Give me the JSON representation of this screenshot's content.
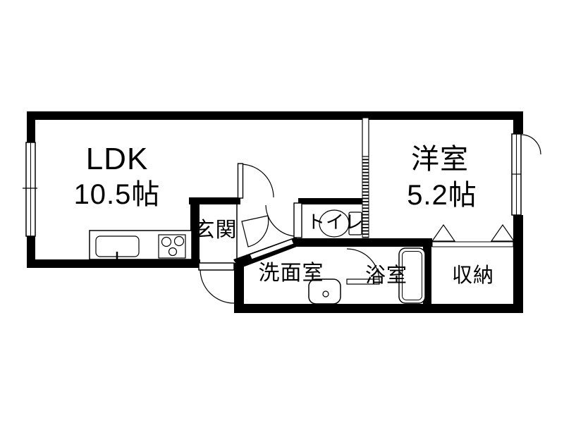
{
  "floorplan": {
    "type": "apartment-floor-plan",
    "background_color": "#ffffff",
    "line_color": "#000000",
    "rooms": [
      {
        "id": "ldk",
        "label": "LDK",
        "size": "10.5帖"
      },
      {
        "id": "western-room",
        "label": "洋室",
        "size": "5.2帖"
      },
      {
        "id": "entrance",
        "label": "玄関"
      },
      {
        "id": "toilet",
        "label": "トイレ"
      },
      {
        "id": "washroom",
        "label": "洗面室"
      },
      {
        "id": "bathroom",
        "label": "浴室"
      },
      {
        "id": "storage",
        "label": "収納"
      }
    ],
    "fixtures": [
      "kitchen-counter",
      "kitchen-sink",
      "gas-stove-3-burner",
      "toilet-bowl",
      "washbasin",
      "bathtub",
      "window-left",
      "window-right",
      "entrance-door",
      "ldk-door",
      "toilet-door",
      "washroom-door",
      "bathroom-door",
      "closet-folding-doors",
      "sliding-door-rail"
    ]
  }
}
